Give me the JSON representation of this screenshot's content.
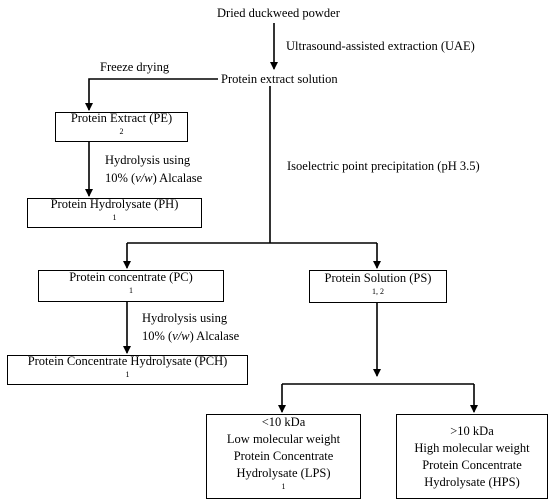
{
  "nodes": {
    "powder": "Dried duckweed powder",
    "extract_solution": "Protein extract solution",
    "pe": "Protein Extract (PE)",
    "pe_sup": "2",
    "ph": "Protein Hydrolysate (PH)",
    "ph_sup": "1",
    "pc": "Protein concentrate (PC)",
    "pc_sup": "1",
    "ps": "Protein Solution (PS)",
    "ps_sup": "1, 2",
    "pch": "Protein Concentrate Hydrolysate (PCH)",
    "pch_sup": "1",
    "lps": {
      "line1": "<10 kDa",
      "line2": "Low molecular weight",
      "line3": "Protein Concentrate",
      "line4": "Hydrolysate (LPS)",
      "sup": "1"
    },
    "hps": {
      "line1": ">10 kDa",
      "line2": "High molecular weight",
      "line3": "Protein Concentrate",
      "line4": "Hydrolysate (HPS)"
    }
  },
  "steps": {
    "uae": "Ultrasound-assisted extraction (UAE)",
    "freeze": "Freeze drying",
    "hydro1_line1": "Hydrolysis using",
    "hydro1_pre": "10% (",
    "hydro1_unit": "v/w",
    "hydro1_post": ") Alcalase",
    "isoelectric": "Isoelectric point precipitation (pH 3.5)",
    "hydro2_line1": "Hydrolysis using",
    "hydro2_pre": "10% (",
    "hydro2_unit": "v/w",
    "hydro2_post": ") Alcalase"
  }
}
